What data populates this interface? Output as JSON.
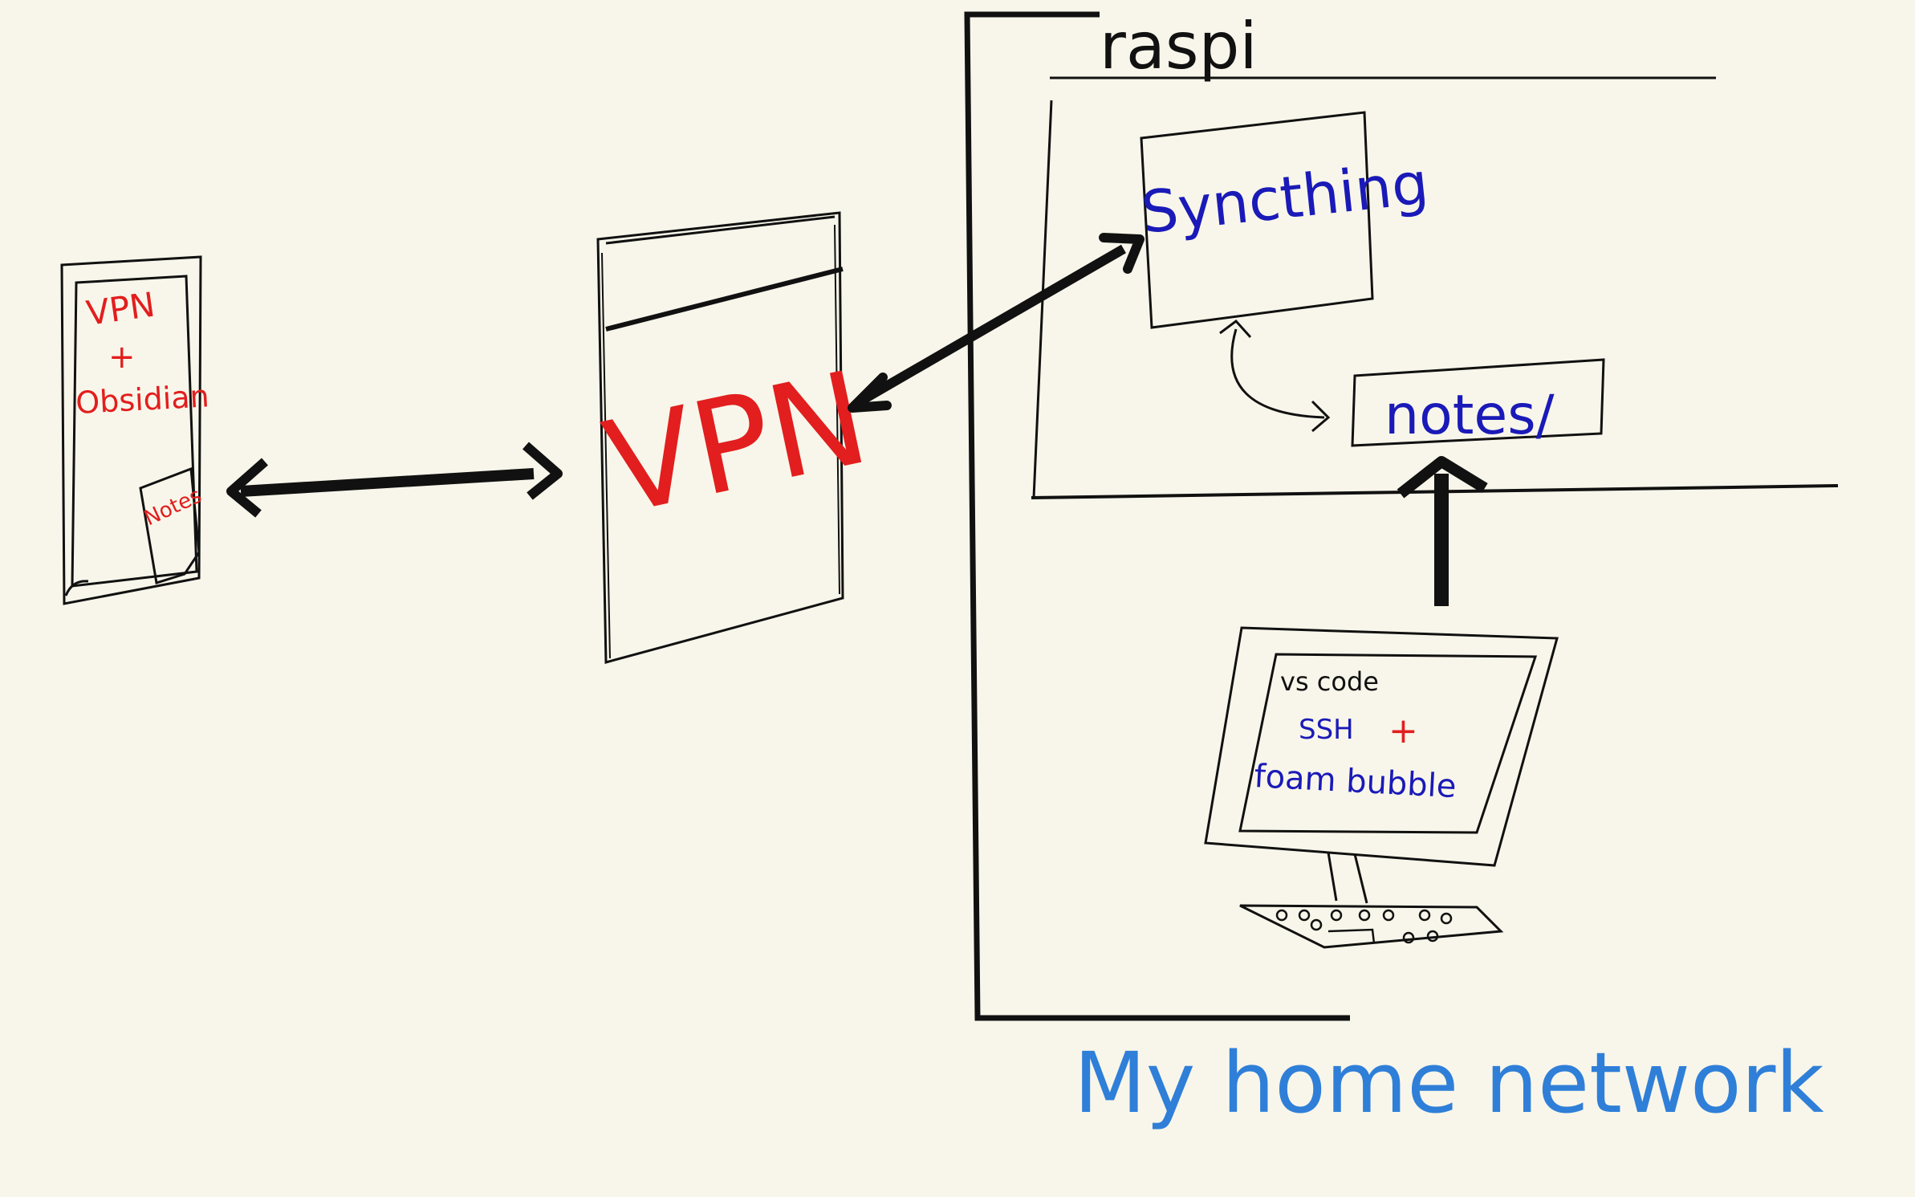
{
  "colors": {
    "background": "#f8f6ea",
    "ink": "#111111",
    "red": "#e21e1e",
    "blue": "#1a1ab8",
    "light_blue": "#2f7fd8"
  },
  "phone": {
    "line1": "VPN",
    "line2": "+",
    "line3": "Obsidian",
    "note_label": "Notes"
  },
  "vpn_box": {
    "label": "VPN"
  },
  "raspi": {
    "label": "raspi",
    "syncthing_label": "Syncthing",
    "notes_folder_label": "notes/"
  },
  "computer": {
    "line1": "vs code",
    "ssh": "SSH",
    "plus": "+",
    "line3": "foam bubble"
  },
  "network_label": "My home network"
}
